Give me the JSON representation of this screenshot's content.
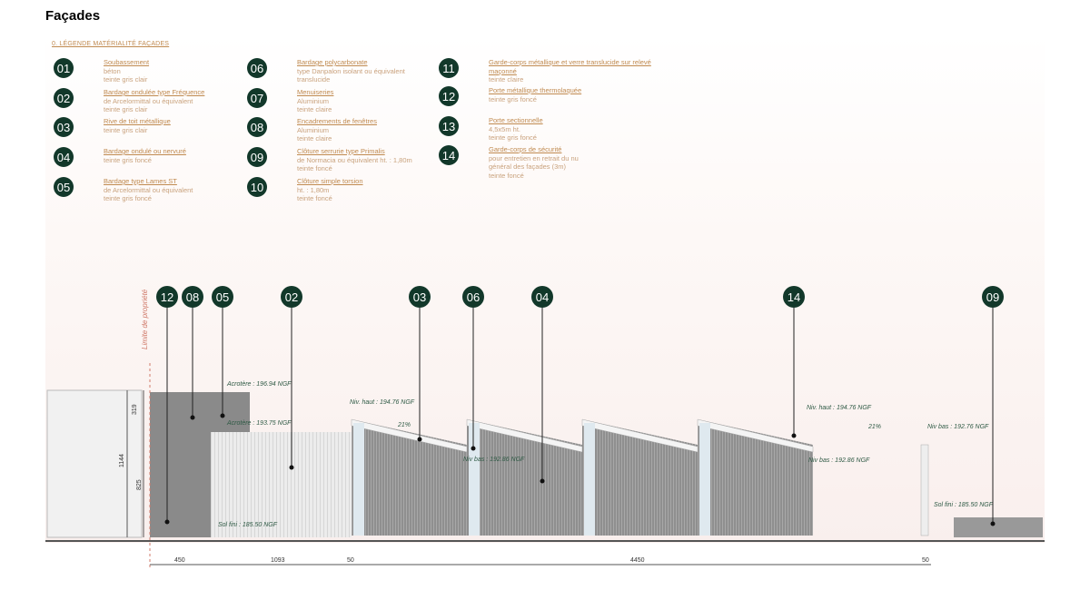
{
  "title": "Façades",
  "legend": {
    "title": "0. LÉGENDE MATÉRIALITÉ FAÇADES",
    "items": [
      {
        "n": "01",
        "h": "Soubassement",
        "l": [
          "béton",
          "teinte gris clair"
        ]
      },
      {
        "n": "02",
        "h": "Bardage ondulée type Fréquence",
        "l": [
          "de Arcelormittal ou équivalent",
          "teinte gris clair"
        ]
      },
      {
        "n": "03",
        "h": "Rive de toit métallique",
        "l": [
          "teinte gris clair"
        ]
      },
      {
        "n": "04",
        "h": "Bardage ondulé ou nervuré",
        "l": [
          "teinte gris foncé"
        ]
      },
      {
        "n": "05",
        "h": "Bardage type Lames ST",
        "l": [
          "de Arcelormittal ou équivalent",
          "teinte gris foncé"
        ]
      },
      {
        "n": "06",
        "h": "Bardage polycarbonate",
        "l": [
          "type Danpalon isolant ou équivalent",
          "translucide"
        ]
      },
      {
        "n": "07",
        "h": "Menuiseries",
        "l": [
          "Aluminium",
          "teinte claire"
        ]
      },
      {
        "n": "08",
        "h": "Encadrements de fenêtres",
        "l": [
          "Aluminium",
          "teinte claire"
        ]
      },
      {
        "n": "09",
        "h": "Clôture serrurie type Primalis",
        "l": [
          "de Normacia ou équivalent ht. : 1,80m",
          "teinte foncé"
        ]
      },
      {
        "n": "10",
        "h": "Clôture simple torsion",
        "l": [
          "ht. : 1,80m",
          "teinte foncé"
        ]
      },
      {
        "n": "11",
        "h": "Garde-corps métallique et verre translucide sur relevé maçonné",
        "l": [
          "teinte claire"
        ]
      },
      {
        "n": "12",
        "h": "Porte métallique thermolaquée",
        "l": [
          "teinte gris foncé"
        ]
      },
      {
        "n": "13",
        "h": "Porte sectionnelle",
        "l": [
          "4,5x5m ht.",
          "teinte gris foncé"
        ]
      },
      {
        "n": "14",
        "h": "Garde-corps de sécurité",
        "l": [
          "pour entretien en retrait du nu",
          "général des façades (3m)",
          "teinte foncé"
        ]
      }
    ]
  },
  "drawing": {
    "property_limit": "Limite de propriété",
    "callouts": [
      "12",
      "08",
      "05",
      "02",
      "03",
      "06",
      "04",
      "14",
      "09"
    ],
    "levels": {
      "acrotere_high": "Acrotère : 196.94 NGF",
      "acrotere_low": "Acrotère : 193.75 NGF",
      "niv_haut_1": "Niv. haut : 194.76 NGF",
      "niv_haut_2": "Niv. haut : 194.76 NGF",
      "niv_bas_1": "Niv bas : 192.86 NGF",
      "niv_bas_2": "Niv bas : 192.86 NGF",
      "niv_bas_3": "Niv bas : 192.76 NGF",
      "sol_1": "Sol fini : 185.50 NGF",
      "sol_2": "Sol fini : 185.50 NGF",
      "slope_1": "21%",
      "slope_2": "21%"
    },
    "dims_h": [
      "450",
      "1093",
      "50",
      "4450",
      "50"
    ],
    "dims_v": [
      "319",
      "1144",
      "825"
    ]
  },
  "colors": {
    "badge": "#12382a",
    "legend_text": "#c08a50",
    "annotation": "#2f5a45"
  }
}
